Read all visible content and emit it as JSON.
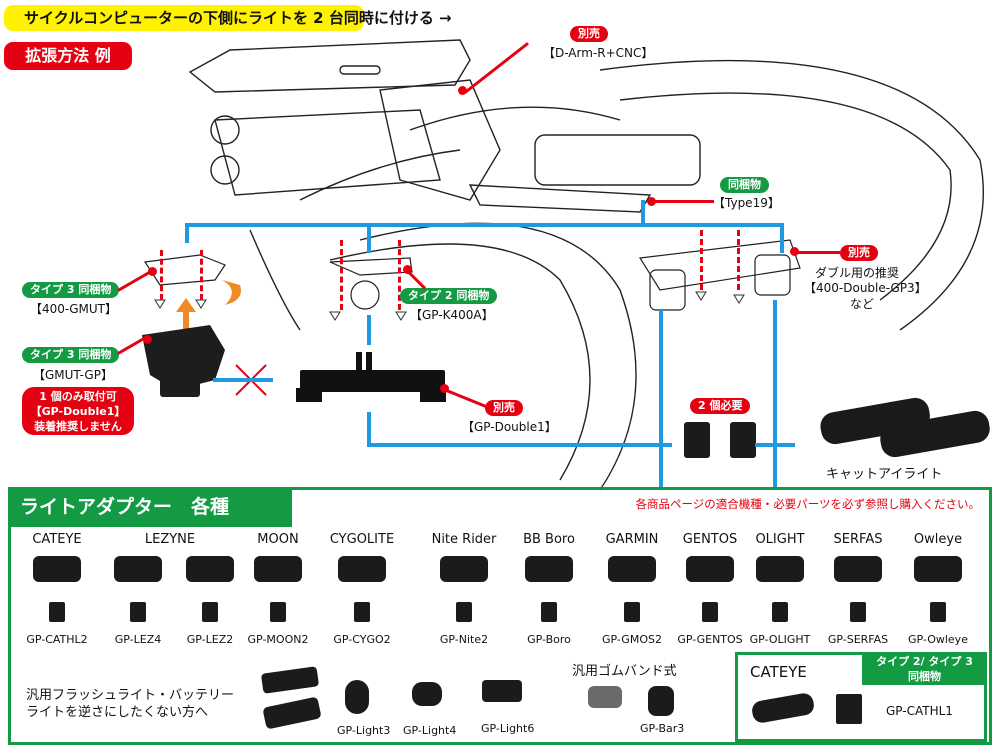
{
  "header": {
    "banner": "サイクルコンピューターの下側にライトを 2 台同時に付ける →",
    "title_badge": "拡張方法 例"
  },
  "colors": {
    "accent_yellow": "#fff200",
    "sold_separately_red": "#e50012",
    "included_green": "#139a43",
    "connector_blue": "#1e9be0"
  },
  "callouts": {
    "d_arm": {
      "badge": "別売",
      "name": "【D-Arm-R+CNC】"
    },
    "type19": {
      "badge": "同梱物",
      "name": "【Type19】"
    },
    "double_gp3": {
      "badge": "別売",
      "line1": "ダブル用の推奨",
      "name": "【400-Double-GP3】",
      "line3": "など"
    },
    "gmut": {
      "badge": "タイプ 3 同梱物",
      "name": "【400-GMUT】"
    },
    "gmut_gp": {
      "badge": "タイプ 3 同梱物",
      "name": "【GMUT-GP】"
    },
    "warning": {
      "line1": "1 個のみ取付可",
      "line2": "【GP-Double1】",
      "line3": "装着推奨しません"
    },
    "k400a": {
      "badge": "タイプ 2 同梱物",
      "name": "【GP-K400A】"
    },
    "double1": {
      "badge": "別売",
      "name": "【GP-Double1】"
    },
    "two_needed": {
      "badge": "2 個必要"
    },
    "cateye_light": {
      "name": "キャットアイライト"
    }
  },
  "adapters_section": {
    "title": "ライトアダプター　各種",
    "notice": "各商品ページの適合機種・必要パーツを必ず参照し購入ください。",
    "brands": [
      {
        "brand": "CATEYE",
        "code": "GP-CATHL2"
      },
      {
        "brand": "LEZYNE",
        "code": "GP-LEZ4"
      },
      {
        "brand": "",
        "code": "GP-LEZ2"
      },
      {
        "brand": "MOON",
        "code": "GP-MOON2"
      },
      {
        "brand": "CYGOLITE",
        "code": "GP-CYGO2"
      },
      {
        "brand": "Nite Rider",
        "code": "GP-Nite2"
      },
      {
        "brand": "BB Boro",
        "code": "GP-Boro"
      },
      {
        "brand": "GARMIN",
        "code": "GP-GMOS2"
      },
      {
        "brand": "GENTOS",
        "code": "GP-GENTOS"
      },
      {
        "brand": "OLIGHT",
        "code": "GP-OLIGHT"
      },
      {
        "brand": "SERFAS",
        "code": "GP-SERFAS"
      },
      {
        "brand": "Owleye",
        "code": "GP-Owleye"
      }
    ],
    "flashlight_note_line1": "汎用フラッシュライト・バッテリー",
    "flashlight_note_line2": "ライトを逆さにしたくない方へ",
    "flashlight_codes": [
      "GP-Light3",
      "GP-Light4",
      "GP-Light6"
    ],
    "rubber_band_title": "汎用ゴムバンド式",
    "rubber_band_code": "GP-Bar3",
    "special": {
      "head_line1": "タイプ 2/ タイプ 3",
      "head_line2": "同梱物",
      "brand": "CATEYE",
      "code": "GP-CATHL1"
    }
  }
}
